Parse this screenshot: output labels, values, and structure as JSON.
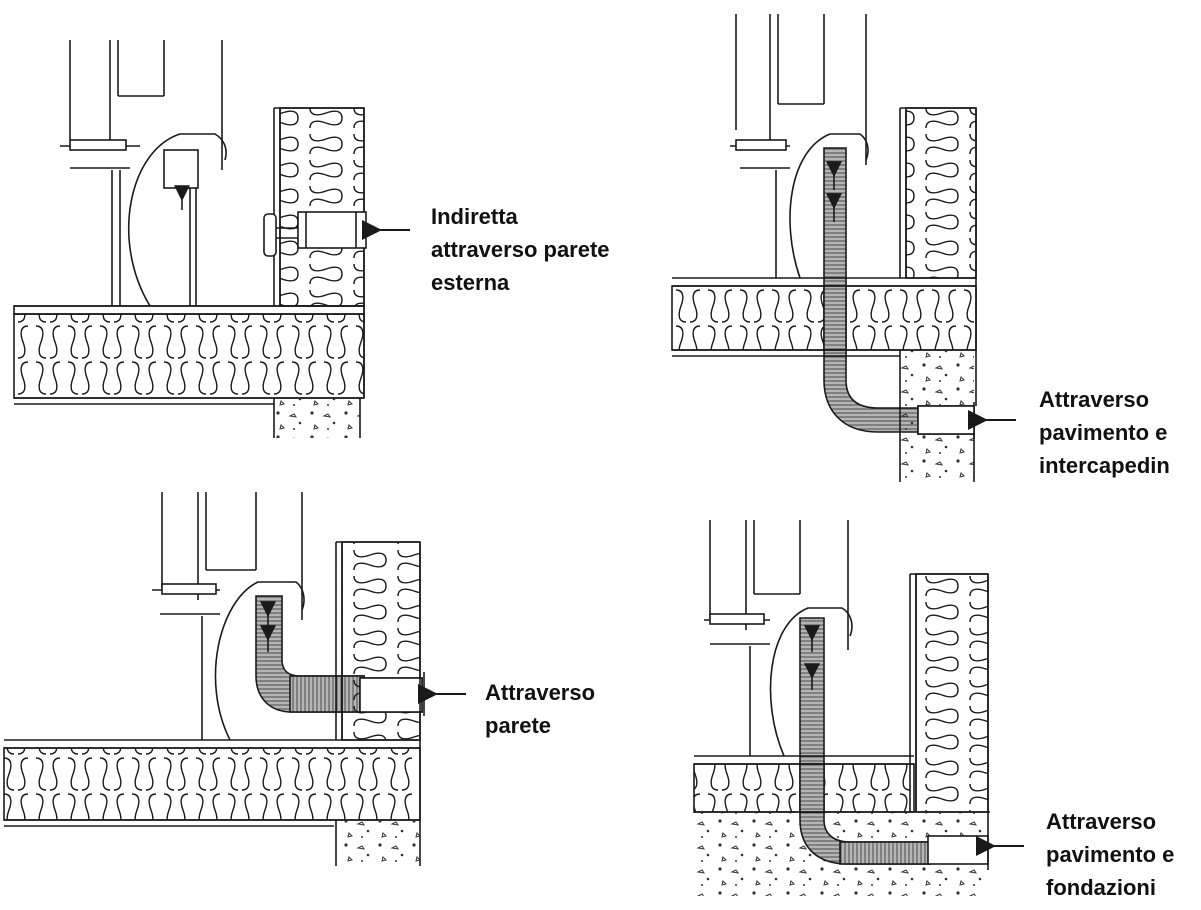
{
  "labels": {
    "indirect_outer_wall": "Indiretta\nattraverso parete\nesterna",
    "floor_and_cavity": "Attraverso\npavimento e\nintercapedin",
    "through_wall": "Attraverso\nparete",
    "floor_and_foundations": "Attraverso\npavimento e\nfondazioni"
  },
  "colors": {
    "line": "#1a1a1a",
    "fill": "#ffffff",
    "duct": "#9a9a9a",
    "duct_dark": "#666666",
    "text": "#111111"
  }
}
